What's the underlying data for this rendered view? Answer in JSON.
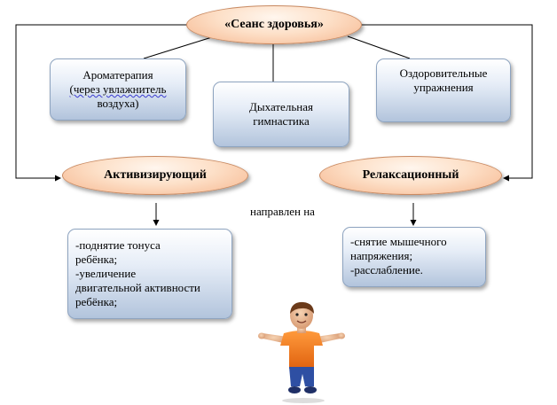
{
  "title": "«Сеанс здоровья»",
  "methods": [
    {
      "lines": [
        "Ароматерапия",
        "(через увлажнитель",
        "воздуха)"
      ]
    },
    {
      "lines": [
        "Дыхательная",
        "гимнастика"
      ]
    },
    {
      "lines": [
        "Оздоровительные",
        "упражнения"
      ]
    }
  ],
  "types": [
    {
      "label": "Активизирующий"
    },
    {
      "label": "Релаксационный"
    }
  ],
  "connector_label": "направлен на",
  "goals": [
    {
      "lines": [
        "-поднятие тонуса",
        "ребёнка;",
        "-увеличение",
        "двигательной активности",
        "ребёнка;"
      ]
    },
    {
      "lines": [
        "-снятие мышечного",
        "напряжения;",
        "-расслабление."
      ]
    }
  ],
  "colors": {
    "oval_fill": "#fde0c8",
    "box_fill": "#b2c4dc",
    "shirt": "#f07a1e",
    "pants": "#2e4fa3"
  },
  "icons": [
    "boy-figure-icon"
  ]
}
